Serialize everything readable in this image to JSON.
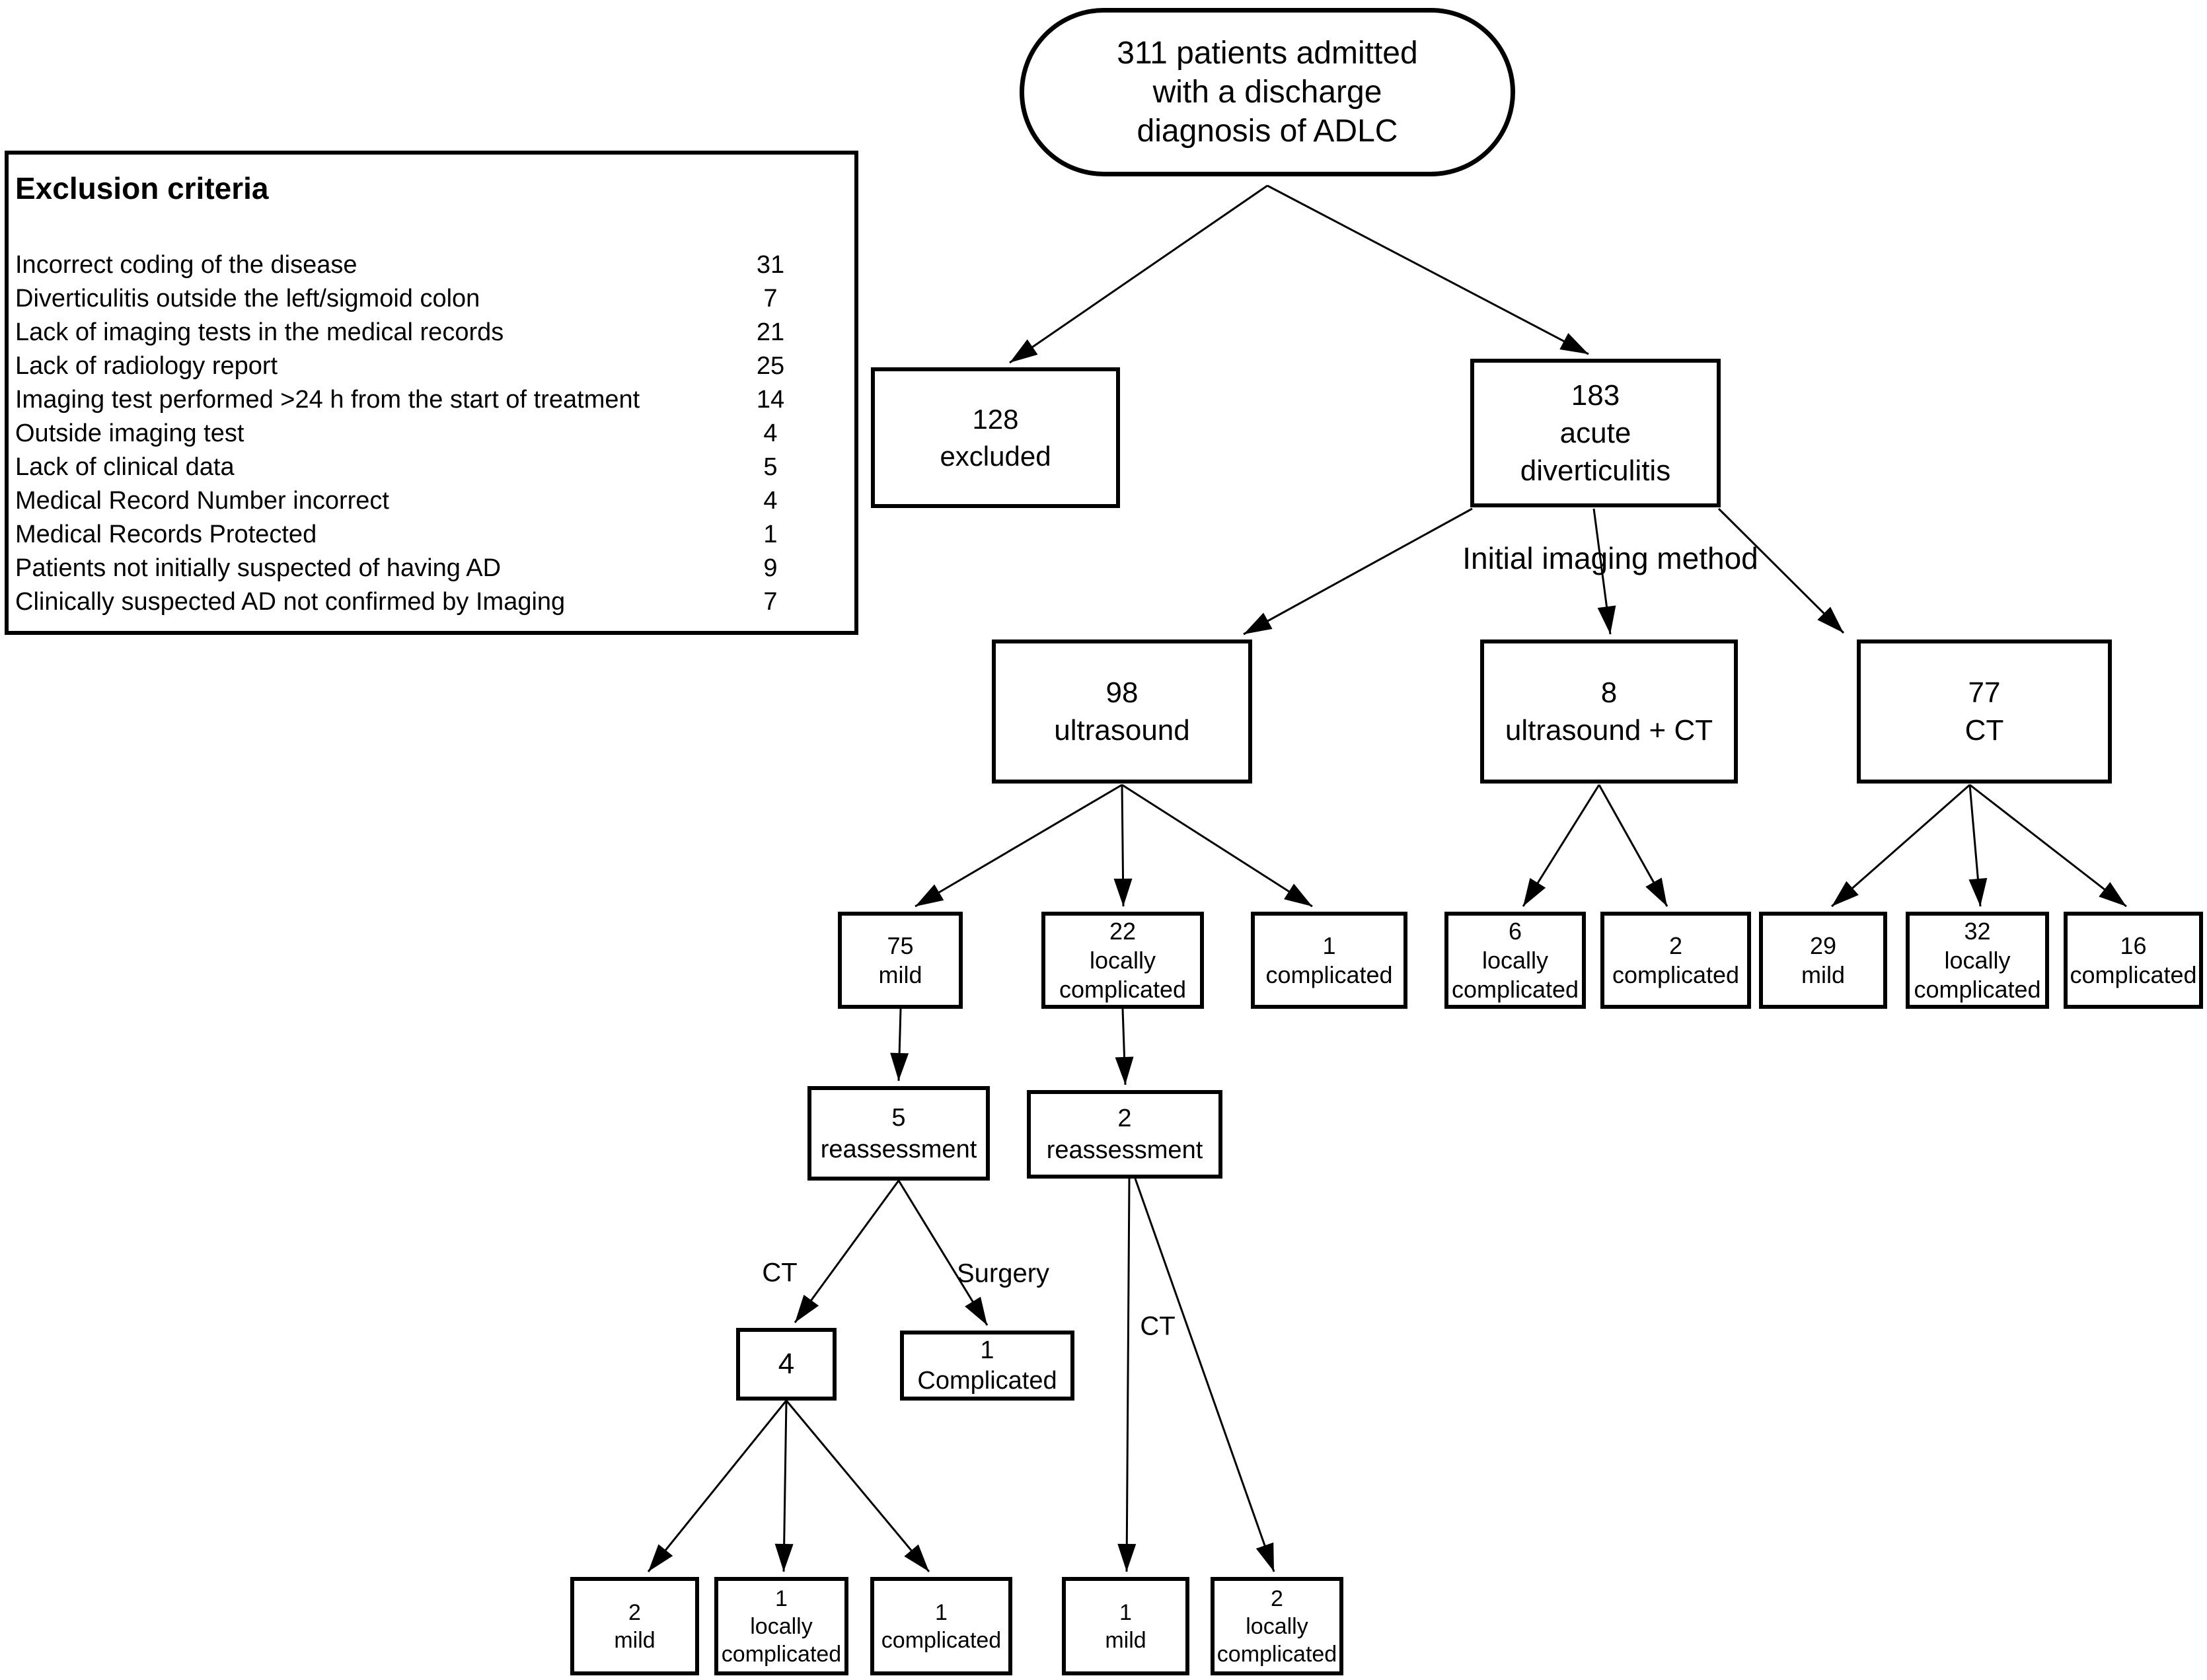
{
  "exclusion_panel": {
    "title": "Exclusion criteria",
    "items": [
      {
        "label": "Incorrect coding of the disease",
        "value": "31"
      },
      {
        "label": "Diverticulitis outside the left/sigmoid colon",
        "value": "7"
      },
      {
        "label": "Lack of imaging tests in the medical records",
        "value": "21"
      },
      {
        "label": "Lack of radiology report",
        "value": "25"
      },
      {
        "label": "Imaging test performed >24 h from the start of treatment",
        "value": "14"
      },
      {
        "label": "Outside imaging test",
        "value": "4"
      },
      {
        "label": "Lack of clinical data",
        "value": "5"
      },
      {
        "label": "Medical Record Number incorrect",
        "value": "4"
      },
      {
        "label": "Medical Records Protected",
        "value": "1"
      },
      {
        "label": "Patients not initially suspected of having AD",
        "value": "9"
      },
      {
        "label": "Clinically suspected AD not confirmed by Imaging",
        "value": "7"
      }
    ]
  },
  "nodes": {
    "root": "311 patients admitted\nwith a discharge\ndiagnosis of ADLC",
    "excluded": "128\nexcluded",
    "acute": "183\nacute\ndiverticulitis",
    "ultrasound": "98\nultrasound",
    "ultrasound_ct": "8\nultrasound + CT",
    "ct": "77\nCT",
    "us_mild": "75\nmild",
    "us_locally_complicated": "22\nlocally\ncomplicated",
    "us_complicated": "1\ncomplicated",
    "usct_locally_complicated": "6\nlocally\ncomplicated",
    "usct_complicated": "2\ncomplicated",
    "ct_mild": "29\nmild",
    "ct_locally_complicated": "32\nlocally\ncomplicated",
    "ct_complicated": "16\ncomplicated",
    "reassessment_5": "5\nreassessment",
    "reassessment_2": "2\nreassessment",
    "four": "4",
    "one_complicated": "1\nComplicated",
    "re_mild": "2\nmild",
    "re_locally_complicated": "1\nlocally\ncomplicated",
    "re_complicated": "1\ncomplicated",
    "re2_mild": "1\nmild",
    "re2_locally_complicated": "2\nlocally\ncomplicated"
  },
  "edge_labels": {
    "initial_imaging": "Initial imaging method",
    "ct_left": "CT",
    "surgery": "Surgery",
    "ct_right": "CT"
  },
  "colors": {
    "line": "#000000",
    "background": "#ffffff",
    "text": "#000000"
  }
}
